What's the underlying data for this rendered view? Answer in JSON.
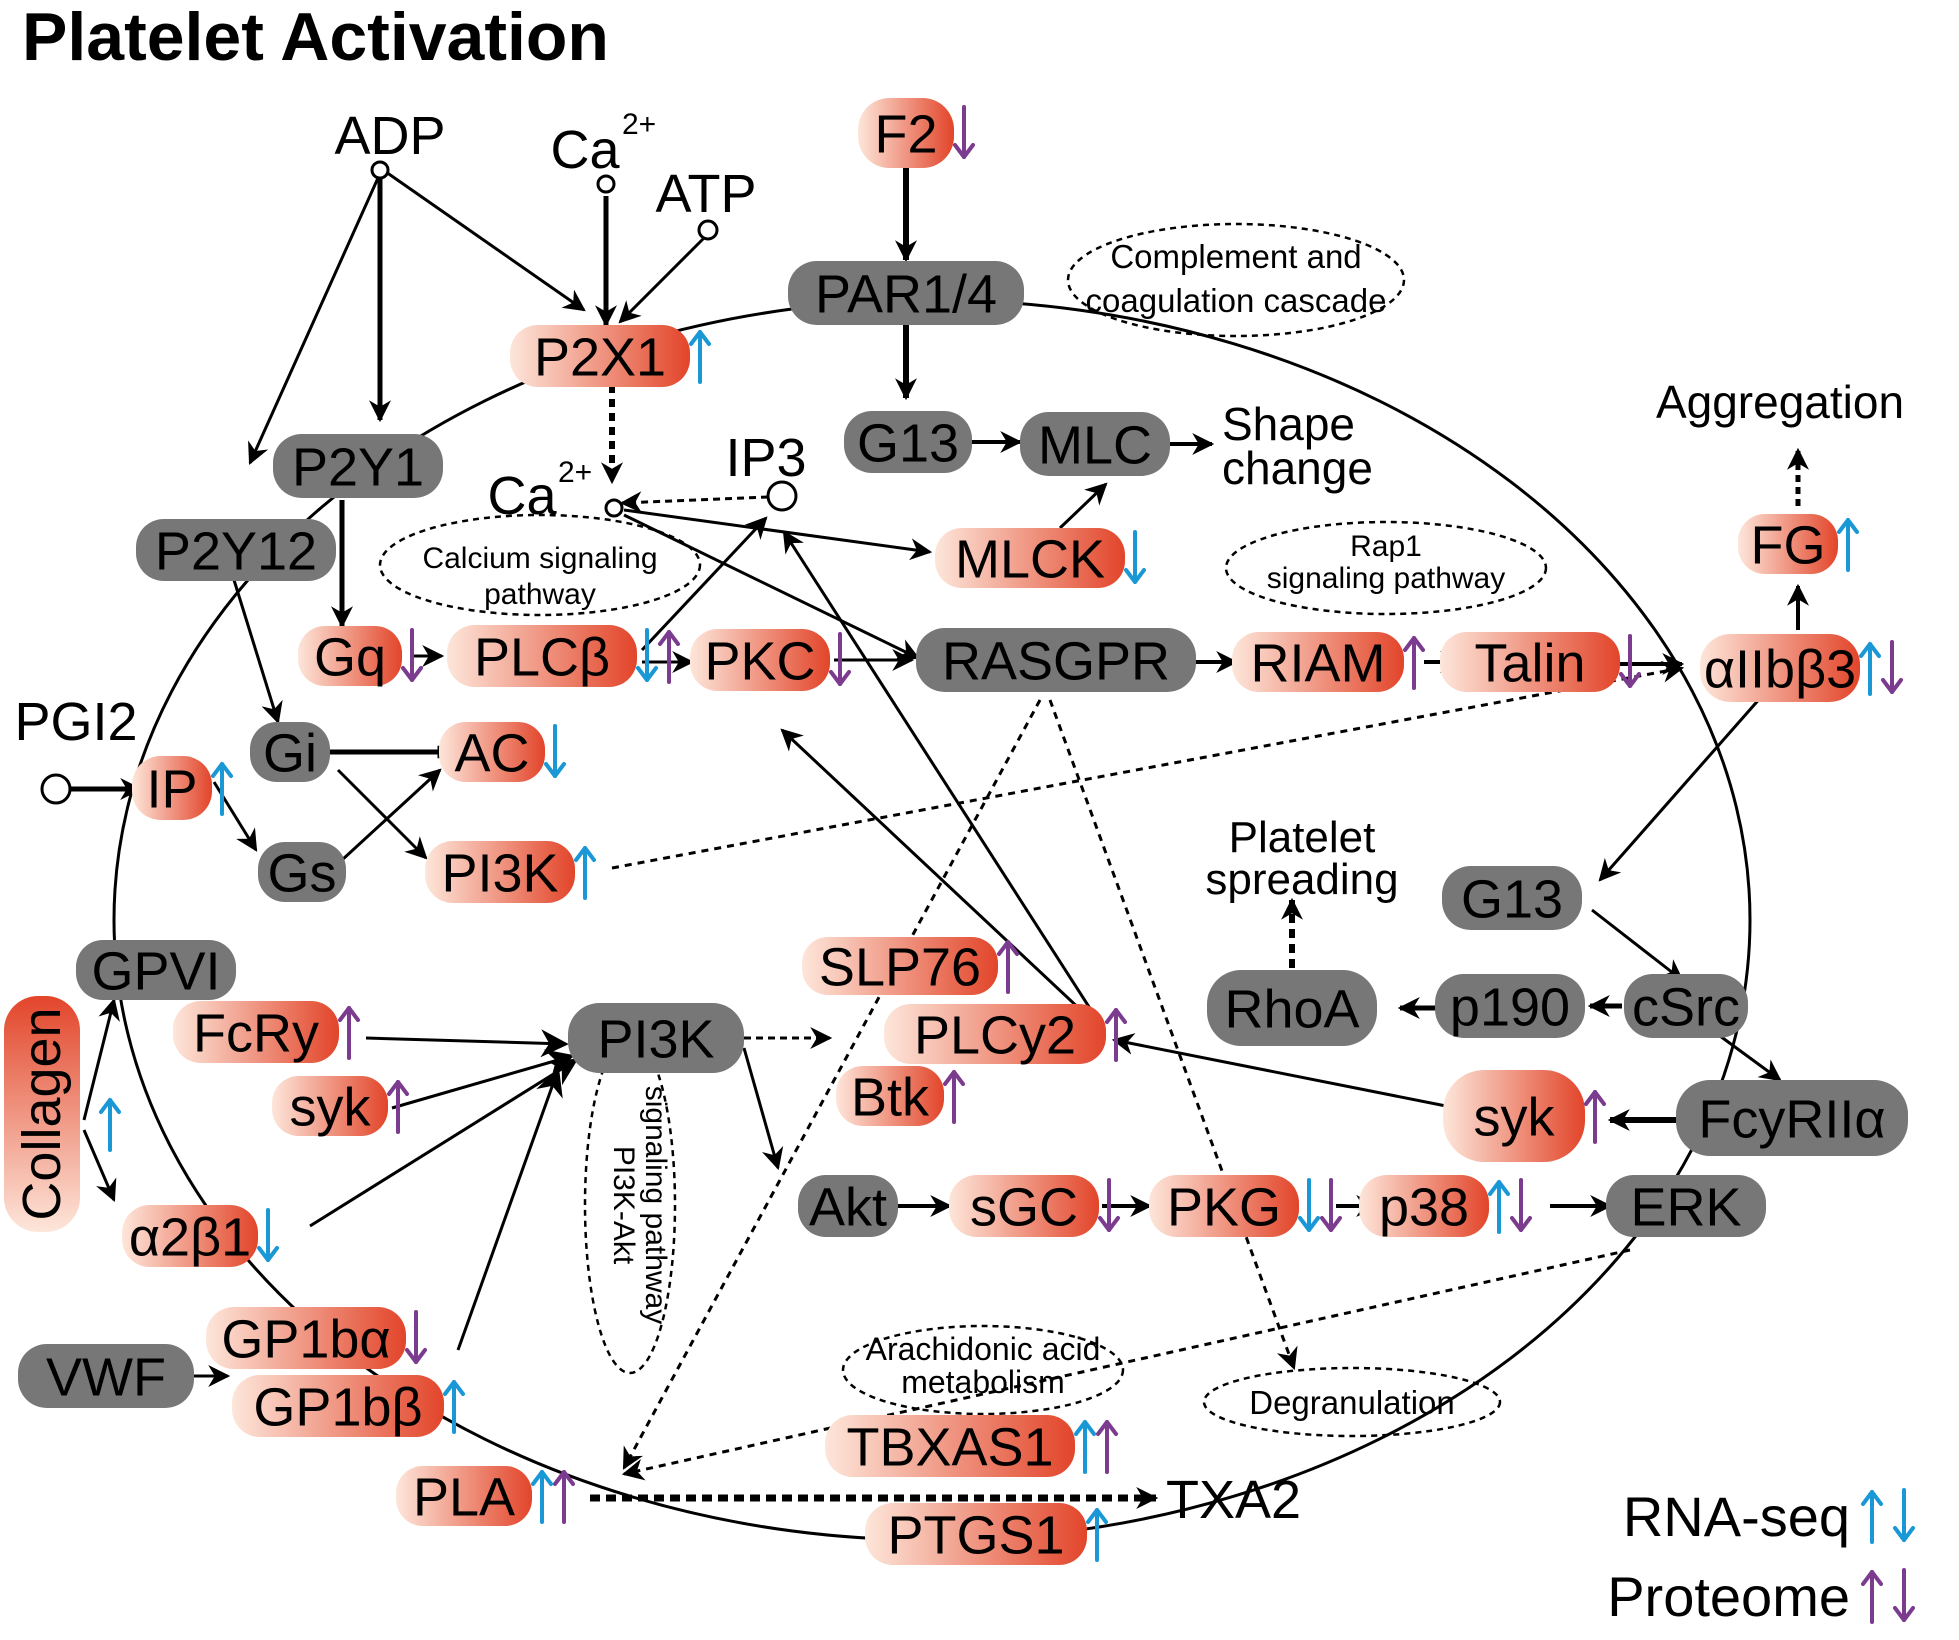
{
  "title": "Platelet Activation",
  "colors": {
    "gray_node": "#777777",
    "red": "#e2452a",
    "pale": "#fde6da",
    "rna_seq_arrow": "#1a98d6",
    "proteome_arrow": "#7b3b8e"
  },
  "legend": {
    "rna_seq": "RNA-seq",
    "proteome": "Proteome"
  },
  "free_labels": {
    "adp": "ADP",
    "ca_top": "Ca",
    "ca_top_sup": "2+",
    "atp": "ATP",
    "ca_mid": "Ca",
    "ca_mid_sup": "2+",
    "ip3": "IP3",
    "pgi2": "PGI2",
    "shape_change_1": "Shape",
    "shape_change_2": "change",
    "aggregation": "Aggregation",
    "platelet_spreading_1": "Platelet",
    "platelet_spreading_2": "spreading",
    "txa2": "TXA2"
  },
  "pathways": {
    "complement_1": "Complement and",
    "complement_2": "coagulation cascade",
    "calcium_1": "Calcium signaling",
    "calcium_2": "pathway",
    "rap1_1": "Rap1",
    "rap1_2": "signaling pathway",
    "pi3k_akt_1": "PI3K-Akt",
    "pi3k_akt_2": "signaling pathway",
    "arachidonic_1": "Arachidonic acid",
    "arachidonic_2": "metabolism",
    "degranulation": "Degranulation"
  },
  "nodes": {
    "f2": {
      "label": "F2",
      "rna": "",
      "prot": "down"
    },
    "par14": {
      "label": "PAR1/4"
    },
    "p2x1": {
      "label": "P2X1",
      "rna": "up",
      "prot": ""
    },
    "p2y1": {
      "label": "P2Y1"
    },
    "p2y12": {
      "label": "P2Y12"
    },
    "g13_top": {
      "label": "G13"
    },
    "mlc": {
      "label": "MLC"
    },
    "mlck": {
      "label": "MLCK",
      "rna": "down",
      "prot": ""
    },
    "gq": {
      "label": "Gq",
      "rna": "",
      "prot": "down"
    },
    "plcb": {
      "label": "PLCβ",
      "rna": "down",
      "prot": "up"
    },
    "pkc": {
      "label": "PKC",
      "rna": "",
      "prot": "down"
    },
    "rasgpr": {
      "label": "RASGPR"
    },
    "riam": {
      "label": "RIAM",
      "rna": "",
      "prot": "up"
    },
    "talin": {
      "label": "Talin",
      "rna": "",
      "prot": "down"
    },
    "aiib3": {
      "label": "αIIbβ3",
      "rna": "up",
      "prot": "down"
    },
    "fg": {
      "label": "FG",
      "rna": "up",
      "prot": ""
    },
    "gi": {
      "label": "Gi"
    },
    "ac": {
      "label": "AC",
      "rna": "down",
      "prot": ""
    },
    "ip": {
      "label": "IP",
      "rna": "up",
      "prot": ""
    },
    "gs": {
      "label": "Gs"
    },
    "pi3k_small": {
      "label": "PI3K",
      "rna": "up",
      "prot": ""
    },
    "g13_right": {
      "label": "G13"
    },
    "gpvi": {
      "label": "GPVI"
    },
    "collagen": {
      "label": "Collagen",
      "rna": "up",
      "prot": ""
    },
    "fcry": {
      "label": "FcRy",
      "rna": "",
      "prot": "up"
    },
    "syk_left": {
      "label": "syk",
      "rna": "",
      "prot": "up"
    },
    "pi3k_big": {
      "label": "PI3K"
    },
    "slp76": {
      "label": "SLP76",
      "rna": "",
      "prot": "up"
    },
    "plcy2": {
      "label": "PLCy2",
      "rna": "",
      "prot": "up"
    },
    "btk": {
      "label": "Btk",
      "rna": "",
      "prot": "up"
    },
    "rhoa": {
      "label": "RhoA"
    },
    "p190": {
      "label": "p190"
    },
    "csrc": {
      "label": "cSrc"
    },
    "syk_right": {
      "label": "syk",
      "rna": "",
      "prot": "up"
    },
    "fcyriia": {
      "label": "FcyRIIα"
    },
    "a2b1": {
      "label": "α2β1",
      "rna": "down",
      "prot": ""
    },
    "akt": {
      "label": "Akt"
    },
    "sgc": {
      "label": "sGC",
      "rna": "",
      "prot": "down"
    },
    "pkg": {
      "label": "PKG",
      "rna": "down",
      "prot": "down"
    },
    "p38": {
      "label": "p38",
      "rna": "up",
      "prot": "down"
    },
    "erk": {
      "label": "ERK"
    },
    "gp1ba": {
      "label": "GP1bα",
      "rna": "",
      "prot": "down"
    },
    "vwf": {
      "label": "VWF"
    },
    "gp1bb": {
      "label": "GP1bβ",
      "rna": "up",
      "prot": ""
    },
    "pla": {
      "label": "PLA",
      "rna": "up",
      "prot": "up"
    },
    "tbxas1": {
      "label": "TBXAS1",
      "rna": "up",
      "prot": "up"
    },
    "ptgs1": {
      "label": "PTGS1",
      "rna": "up",
      "prot": ""
    }
  }
}
